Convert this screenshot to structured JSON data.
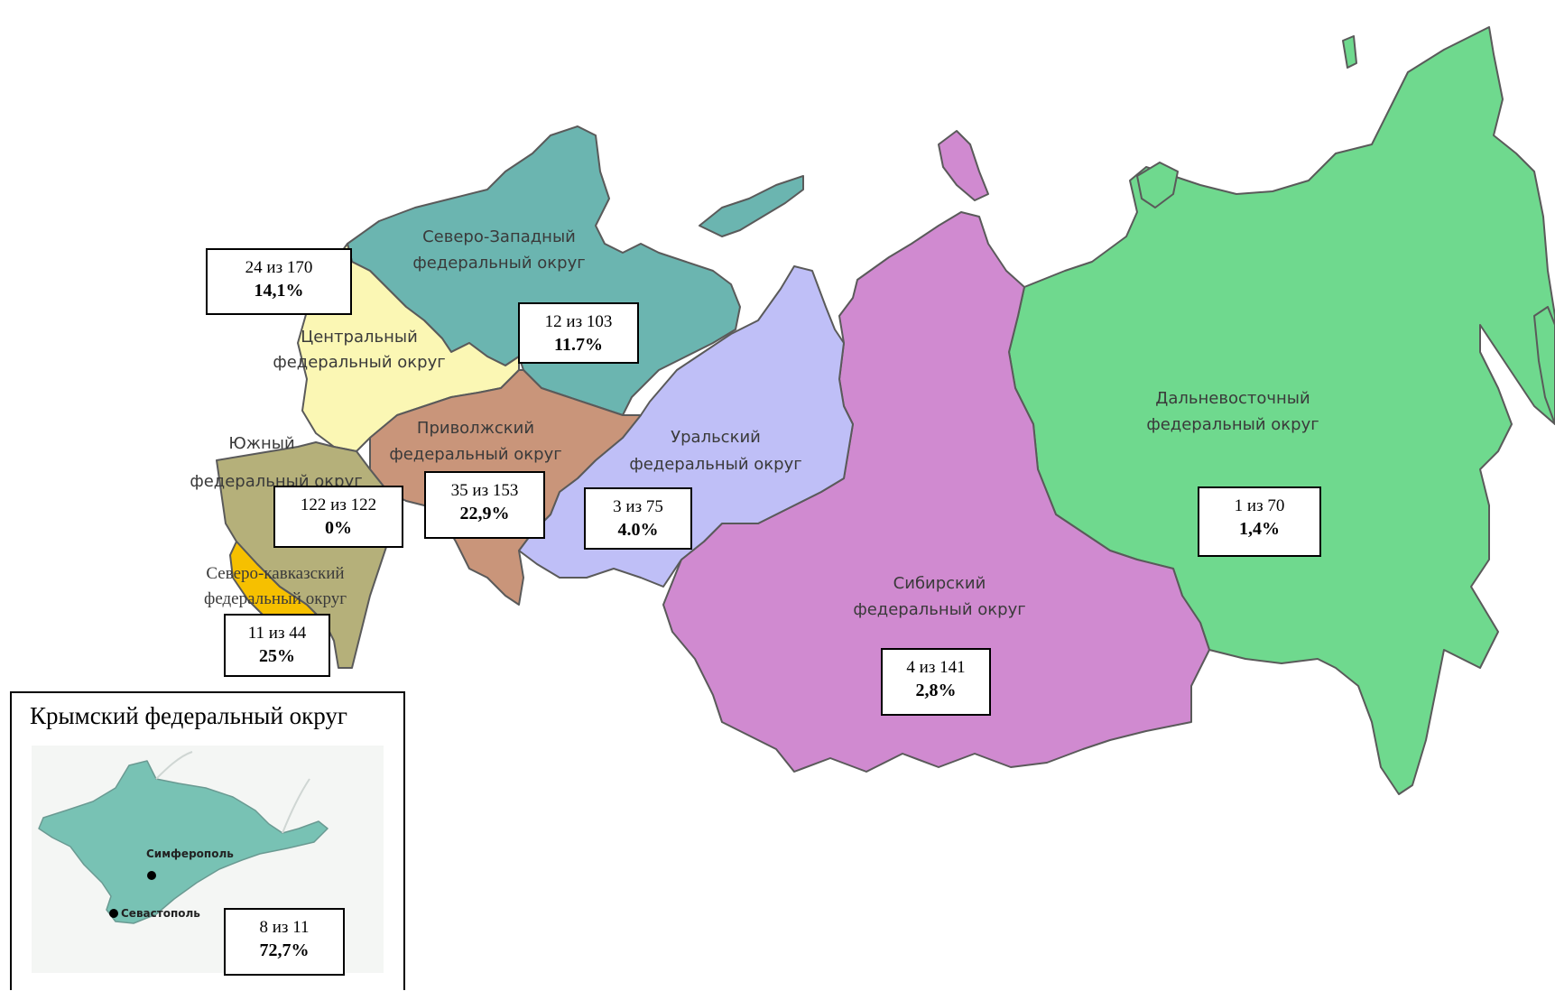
{
  "colors": {
    "north_west": "#6bb5b0",
    "central": "#fbf7b4",
    "southern": "#b5b07a",
    "north_caucasus": "#f6c000",
    "volga": "#c9957a",
    "ural": "#bfbff7",
    "siberian": "#d08ad0",
    "far_eastern": "#6fd98e",
    "crimea": "#78c2b4"
  },
  "regions": {
    "north_west": {
      "line1": "Северо-Западный",
      "line2": "федеральный округ"
    },
    "central": {
      "line1": "Центральный",
      "line2": "федеральный округ"
    },
    "southern": {
      "line1": "Южный",
      "line2": "федеральный округ"
    },
    "north_caucasus": {
      "line1": "Северо-кавказский",
      "line2": "федеральный округ"
    },
    "volga": {
      "line1": "Приволжский",
      "line2": "федеральный округ"
    },
    "ural": {
      "line1": "Уральский",
      "line2": "федеральный округ"
    },
    "siberian": {
      "line1": "Сибирский",
      "line2": "федеральный округ"
    },
    "far_eastern": {
      "line1": "Дальневосточный",
      "line2": "федеральный округ"
    }
  },
  "stats": {
    "central": {
      "count": "24 из 170",
      "pct": "14,1%"
    },
    "north_west": {
      "count": "12 из 103",
      "pct": "11.7%"
    },
    "southern": {
      "count": "122 из 122",
      "pct": "0%"
    },
    "volga": {
      "count": "35 из 153",
      "pct": "22,9%"
    },
    "ural": {
      "count": "3 из 75",
      "pct": "4.0%"
    },
    "far_eastern": {
      "count": "1 из 70",
      "pct": "1,4%"
    },
    "siberian": {
      "count": "4 из 141",
      "pct": "2,8%"
    },
    "north_caucasus": {
      "count": "11 из 44",
      "pct": "25%"
    },
    "crimea": {
      "count": "8 из 11",
      "pct": "72,7%"
    }
  },
  "inset": {
    "title": "Крымский федеральный округ",
    "city_simferopol": "Симферополь",
    "city_sevastopol": "Севастополь"
  }
}
